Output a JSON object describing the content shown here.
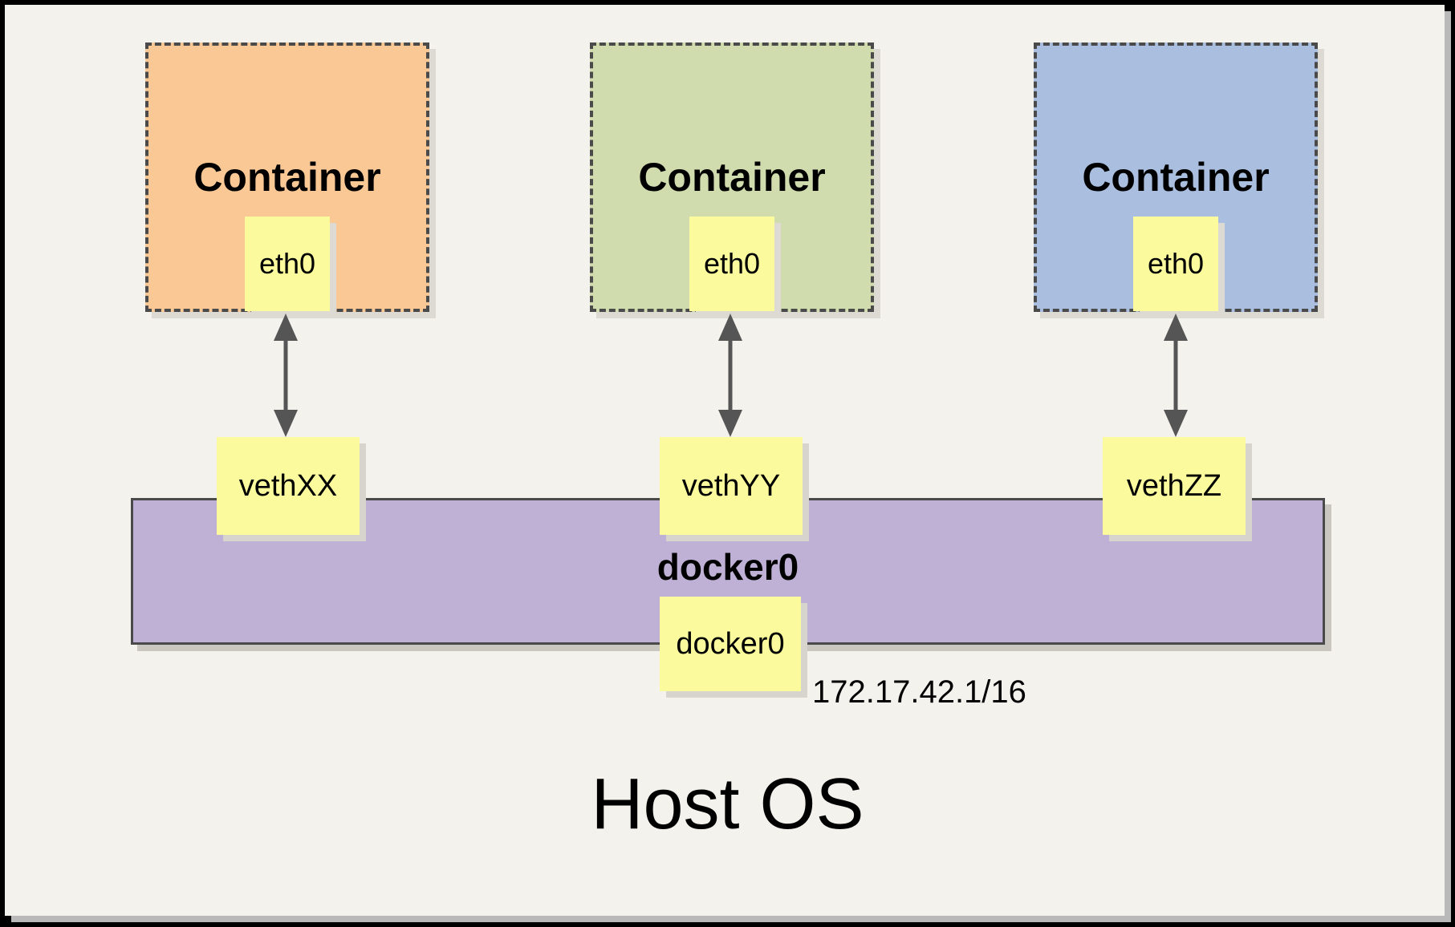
{
  "diagram": {
    "containers": [
      {
        "label": "Container",
        "interface": "eth0",
        "fill": "#F9C895"
      },
      {
        "label": "Container",
        "interface": "eth0",
        "fill": "#D0DCAE"
      },
      {
        "label": "Container",
        "interface": "eth0",
        "fill": "#AABFDF"
      }
    ],
    "veths": [
      {
        "label": "vethXX"
      },
      {
        "label": "vethYY"
      },
      {
        "label": "vethZZ"
      }
    ],
    "bridge": {
      "label": "docker0",
      "interface": "docker0",
      "ip": "172.17.42.1/16",
      "fill": "#BFB1D5"
    },
    "host_label": "Host OS",
    "colors": {
      "canvas_background": "#F4F2ED",
      "note_yellow": "#FBFB9E",
      "dashed_border": "#4A4A4A",
      "arrow": "#555555",
      "outer_frame": "#000000"
    }
  }
}
